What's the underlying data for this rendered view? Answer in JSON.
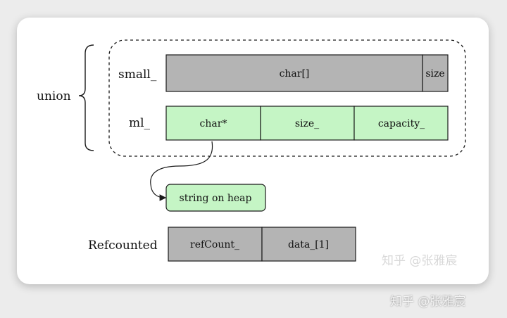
{
  "union_label": "union",
  "small": {
    "label": "small_",
    "cells": [
      "char[]",
      "size"
    ]
  },
  "ml": {
    "label": "ml_",
    "cells": [
      "char*",
      "size_",
      "capacity_"
    ]
  },
  "heap_label": "string on heap",
  "refcounted": {
    "label": "Refcounted",
    "cells": [
      "refCount_",
      "data_[1]"
    ]
  },
  "watermarks": {
    "inner": "知乎 @张雅宸",
    "outer": "知乎 @张雅宸"
  },
  "colors": {
    "gray_fill": "#b4b4b4",
    "green_fill": "#c5f5c5",
    "stroke": "#1a1a1a"
  }
}
